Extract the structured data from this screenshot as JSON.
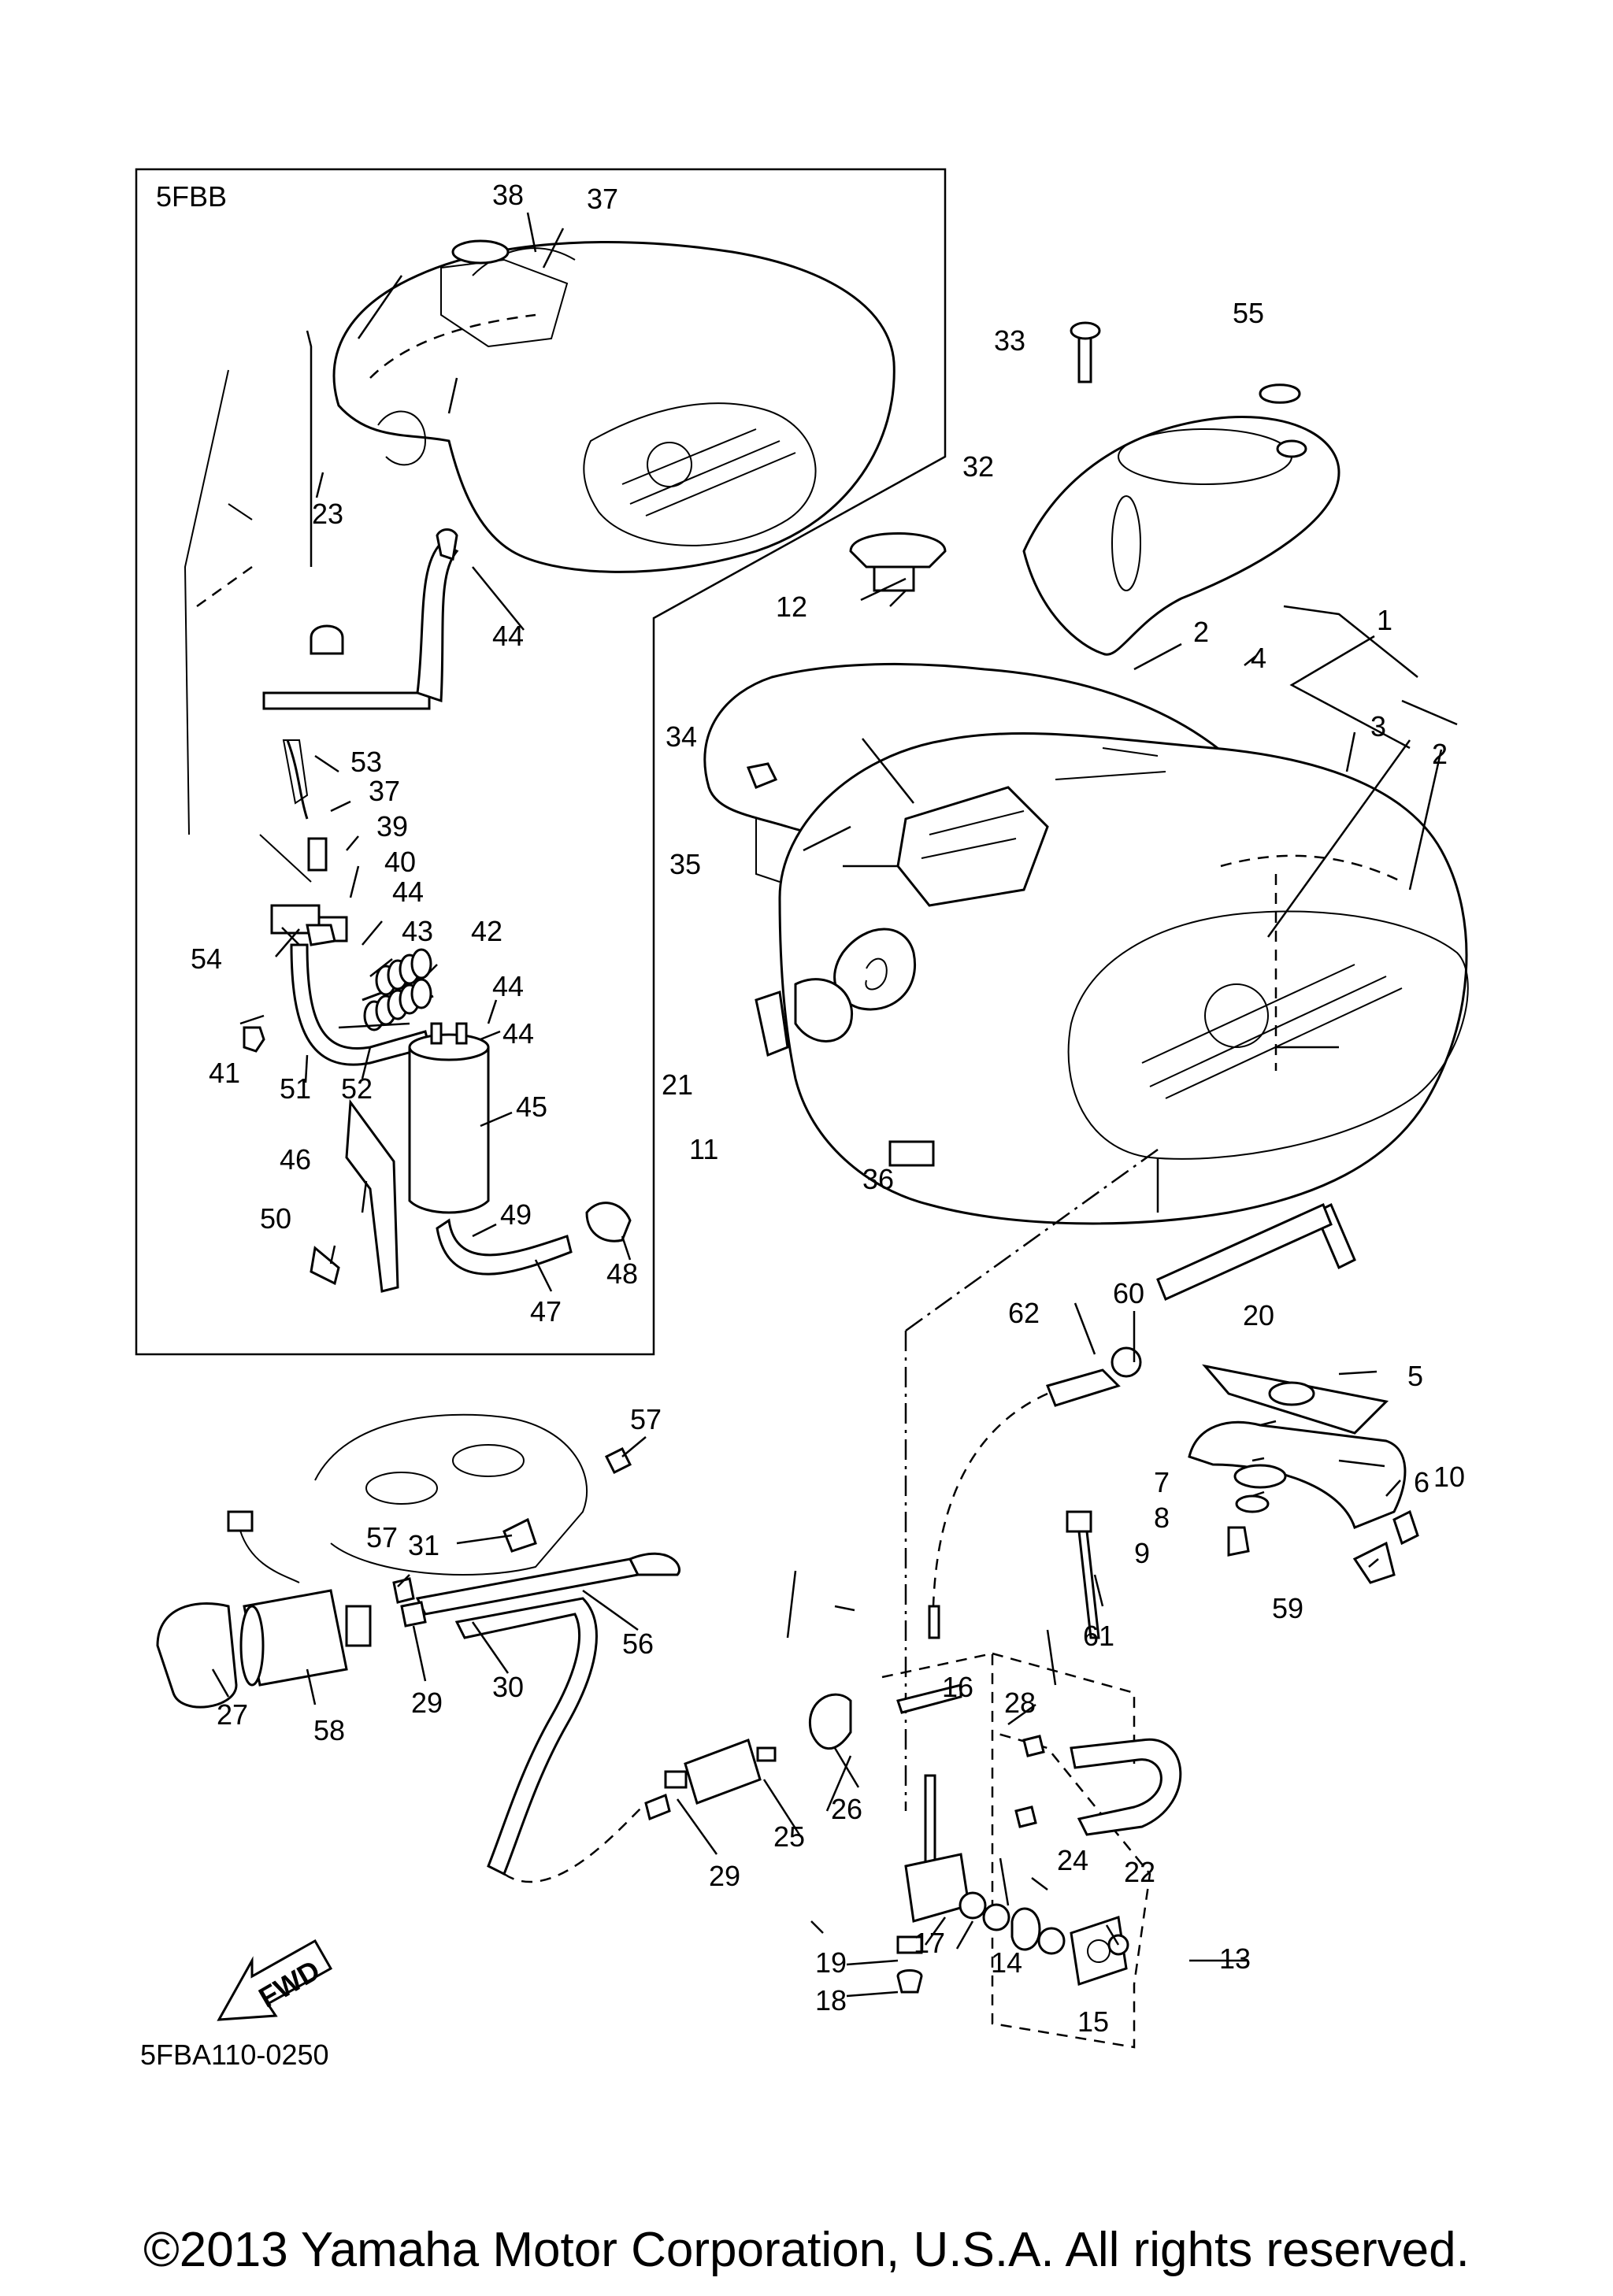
{
  "inset_code": "5FBB",
  "drawing_code": "5FBA110-0250",
  "fwd_arrow_text": "FWD",
  "copyright": "©2013 Yamaha Motor Corporation, U.S.A. All rights reserved.",
  "callouts": [
    "1",
    "2",
    "2",
    "3",
    "4",
    "5",
    "6",
    "7",
    "8",
    "9",
    "10",
    "11",
    "12",
    "13",
    "14",
    "15",
    "16",
    "17",
    "18",
    "19",
    "20",
    "21",
    "22",
    "23",
    "24",
    "25",
    "26",
    "27",
    "28",
    "29",
    "29",
    "30",
    "31",
    "32",
    "33",
    "34",
    "35",
    "36",
    "37",
    "37",
    "38",
    "39",
    "40",
    "41",
    "42",
    "43",
    "44",
    "44",
    "44",
    "44",
    "45",
    "46",
    "47",
    "48",
    "49",
    "50",
    "51",
    "52",
    "53",
    "54",
    "55",
    "56",
    "57",
    "57",
    "58",
    "59",
    "60",
    "61",
    "62"
  ]
}
